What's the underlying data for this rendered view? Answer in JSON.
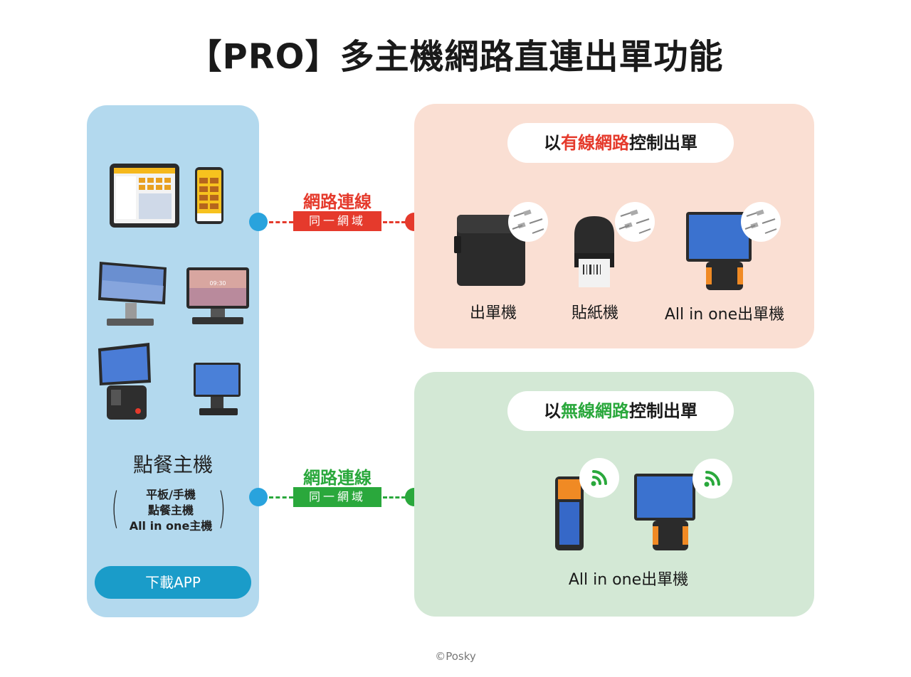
{
  "title": "【PRO】多主機網路直連出單功能",
  "host_panel": {
    "label": "點餐主機",
    "sub_lines": [
      "平板/手機",
      "點餐主機",
      "All in one主機"
    ],
    "download_button": "下載APP"
  },
  "wired": {
    "pill_prefix": "以",
    "pill_highlight": "有線網路",
    "pill_suffix": "控制出單",
    "connection_title": "網路連線",
    "connection_tag": "同一網域",
    "devices": [
      "出單機",
      "貼紙機",
      "All in one出單機"
    ]
  },
  "wireless": {
    "pill_prefix": "以",
    "pill_highlight": "無線網路",
    "pill_suffix": "控制出單",
    "connection_title": "網路連線",
    "connection_tag": "同一網域",
    "devices": [
      "All in one出單機"
    ]
  },
  "colors": {
    "host_panel": "#b3d9ee",
    "wired_panel": "#fadfd3",
    "wireless_panel": "#d3e8d5",
    "wired_accent": "#e53a2c",
    "wireless_accent": "#2aa83c",
    "host_dot": "#29a3dd",
    "download_button": "#1a9cc9"
  },
  "icons": [
    "tablet-icon",
    "phone-icon",
    "pos-terminal-icon",
    "receipt-printer-icon",
    "label-printer-icon",
    "ethernet-cable-icon",
    "wifi-icon",
    "handheld-pos-icon"
  ],
  "footer": "©Posky"
}
